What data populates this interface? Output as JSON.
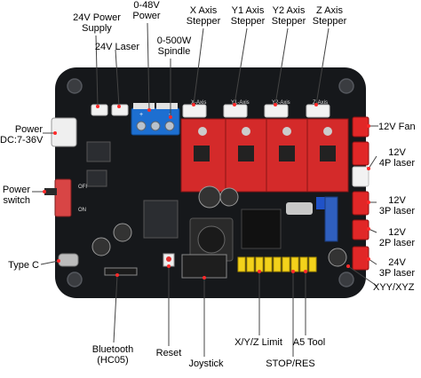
{
  "labels": {
    "power_supply_24v": "24V Power\nSupply",
    "laser_24v": "24V Laser",
    "power_0_48v": "0-48V\nPower",
    "spindle_0_500w": "0-500W\nSpindle",
    "x_axis_stepper": "X Axis\nStepper",
    "y1_axis_stepper": "Y1 Axis\nStepper",
    "y2_axis_stepper": "Y2 Axis\nStepper",
    "z_axis_stepper": "Z Axis\nStepper",
    "power_dc": "Power\nDC:7-36V",
    "power_switch": "Power\nswitch",
    "type_c": "Type C",
    "bluetooth": "Bluetooth\n(HC05)",
    "reset": "Reset",
    "joystick": "Joystick",
    "xyz_limit": "X/Y/Z Limit",
    "stop_res": "STOP/RES",
    "a5_tool": "A5 Tool",
    "xyy_xyz": "XYY/XYZ",
    "fan_12v": "12V Fan",
    "laser_12v_4p": "12V\n4P laser",
    "laser_12v_3p": "12V\n3P laser",
    "laser_12v_2p": "12V\n2P laser",
    "laser_24v_3p": "24V\n3P laser"
  },
  "board_markings": {
    "silk_x": "X-Axis",
    "silk_y1": "Y1-Axis",
    "silk_y2": "Y2-Axis",
    "silk_z": "Z-Axis",
    "off": "OFF",
    "on": "ON",
    "terminal_plus": "+",
    "terminal_minus": "-"
  },
  "colors": {
    "board": "#16181b",
    "stepper_driver": "#d42a2a",
    "terminal_block": "#1d6fd1",
    "header_yellow": "#f3d21b",
    "connector_white": "#f2f2f2",
    "connector_red": "#e12727",
    "callout_line": "#444444",
    "callout_dot": "#ff2a2a"
  }
}
